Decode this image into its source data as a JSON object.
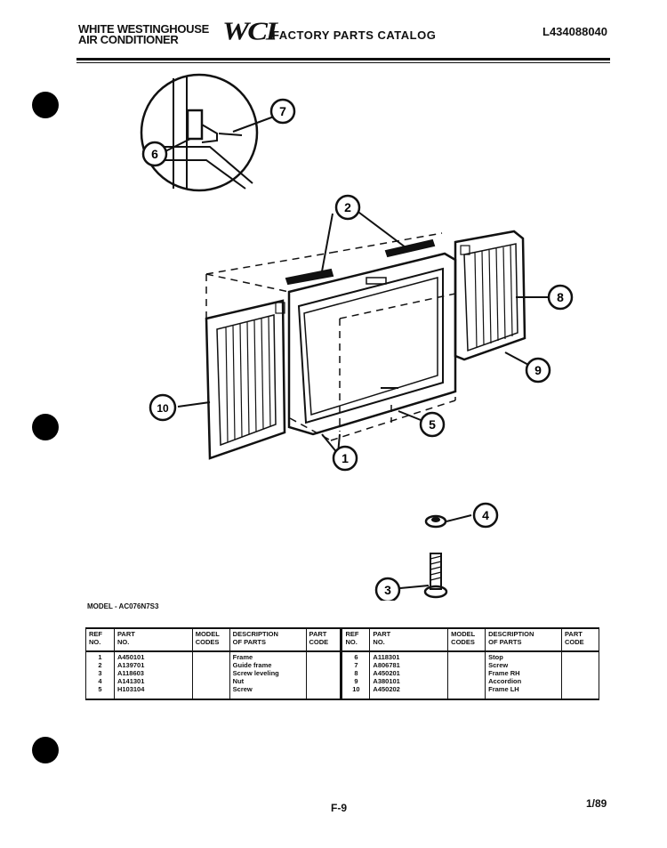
{
  "header": {
    "brand_line1": "WHITE WESTINGHOUSE",
    "brand_line2": "AIR CONDITIONER",
    "logo_text": "WCI",
    "catalog_title": "FACTORY PARTS CATALOG",
    "catalog_number": "L434088040"
  },
  "model_label": "MODEL - AC076N7S3",
  "callouts": [
    "1",
    "2",
    "3",
    "4",
    "5",
    "6",
    "7",
    "8",
    "9",
    "10"
  ],
  "table": {
    "headers": [
      {
        "line1": "REF",
        "line2": "NO."
      },
      {
        "line1": "PART",
        "line2": "NO."
      },
      {
        "line1": "MODEL",
        "line2": "CODES"
      },
      {
        "line1": "DESCRIPTION",
        "line2": "OF PARTS"
      },
      {
        "line1": "PART",
        "line2": "CODE"
      }
    ],
    "left": [
      {
        "ref": "1",
        "part": "A450101",
        "desc": "Frame"
      },
      {
        "ref": "2",
        "part": "A139701",
        "desc": "Guide frame"
      },
      {
        "ref": "3",
        "part": "A118603",
        "desc": "Screw leveling"
      },
      {
        "ref": "4",
        "part": "A141301",
        "desc": "Nut"
      },
      {
        "ref": "5",
        "part": "H103104",
        "desc": "Screw"
      }
    ],
    "right": [
      {
        "ref": "6",
        "part": "A118301",
        "desc": "Stop"
      },
      {
        "ref": "7",
        "part": "A806781",
        "desc": "Screw"
      },
      {
        "ref": "8",
        "part": "A450201",
        "desc": "Frame RH"
      },
      {
        "ref": "9",
        "part": "A380101",
        "desc": "Accordion"
      },
      {
        "ref": "10",
        "part": "A450202",
        "desc": "Frame LH"
      }
    ]
  },
  "footer": {
    "page": "F-9",
    "date": "1/89"
  }
}
